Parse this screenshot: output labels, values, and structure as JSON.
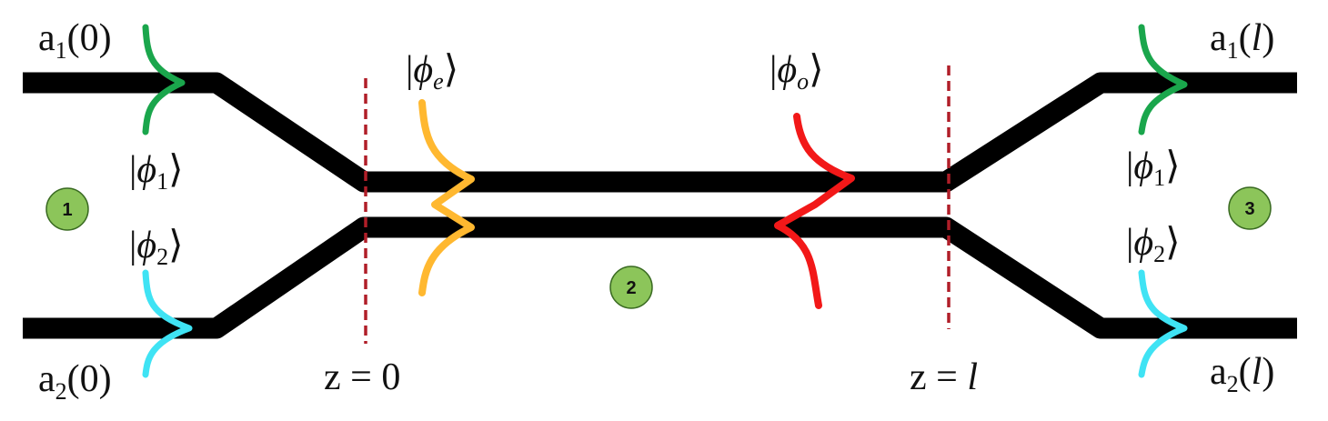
{
  "colors": {
    "waveguide": "#000000",
    "mode_1": "#1aa64c",
    "mode_2": "#3fe3f4",
    "even_mode": "#ffb830",
    "odd_mode": "#f21818",
    "reference_line": "#b01e28",
    "badge_fill": "#8cc55a",
    "badge_stroke": "#3a6b22"
  },
  "labels": {
    "a1_in": {
      "base": "a",
      "sub": "1",
      "arg": "(0)",
      "arg_italic": false
    },
    "a2_in": {
      "base": "a",
      "sub": "2",
      "arg": "(0)",
      "arg_italic": false
    },
    "a1_out": {
      "base": "a",
      "sub": "1",
      "arg_open": "(",
      "arg_var": "l",
      "arg_close": ")"
    },
    "a2_out": {
      "base": "a",
      "sub": "2",
      "arg_open": "(",
      "arg_var": "l",
      "arg_close": ")"
    },
    "phi1": {
      "open": "|",
      "symbol": "ϕ",
      "sub": "1",
      "close": "⟩"
    },
    "phi2": {
      "open": "|",
      "symbol": "ϕ",
      "sub": "2",
      "close": "⟩"
    },
    "phi_e": {
      "open": "|",
      "symbol": "ϕ",
      "sub": "e",
      "close": "⟩"
    },
    "phi_o": {
      "open": "|",
      "symbol": "ϕ",
      "sub": "o",
      "close": "⟩"
    },
    "z0": {
      "lhs": "z = ",
      "rhs": "0"
    },
    "zl": {
      "lhs": "z = ",
      "rhs": "l"
    }
  },
  "regions": [
    "1",
    "2",
    "3"
  ]
}
